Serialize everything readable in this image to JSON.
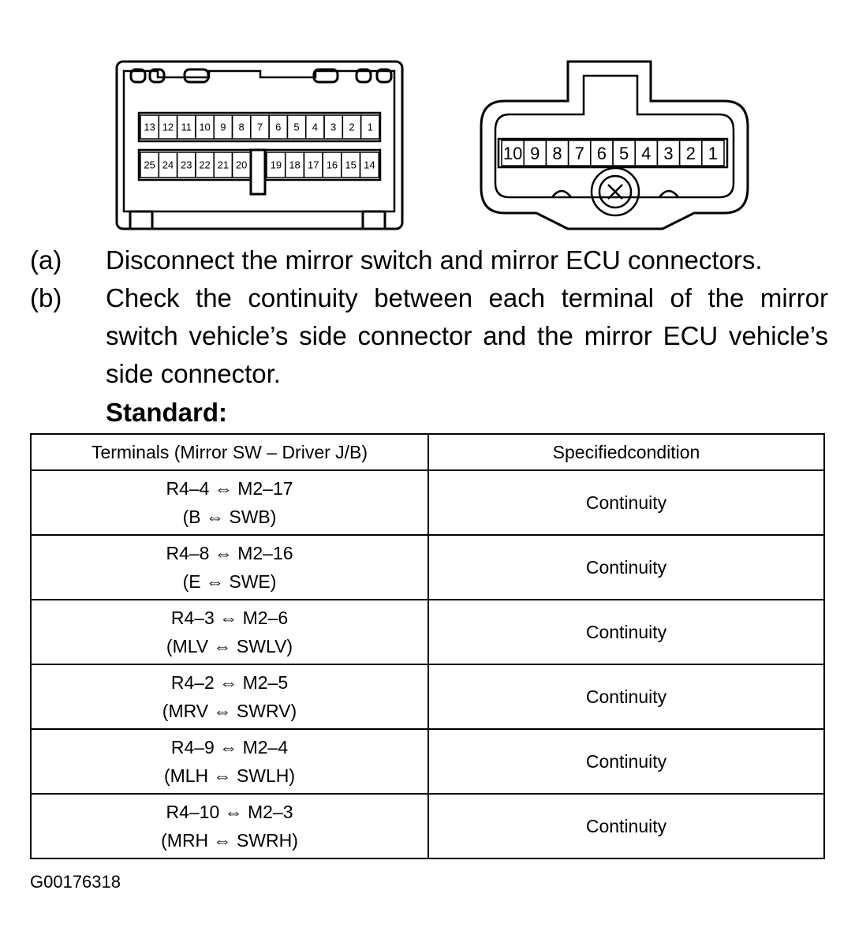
{
  "figure": {
    "connector_left": {
      "top_row": [
        "13",
        "12",
        "11",
        "10",
        "9",
        "8",
        "7",
        "6",
        "5",
        "4",
        "3",
        "2",
        "1"
      ],
      "bottom_row_left": [
        "25",
        "24",
        "23",
        "22",
        "21",
        "20"
      ],
      "bottom_row_right": [
        "19",
        "18",
        "17",
        "16",
        "15",
        "14"
      ]
    },
    "connector_right": {
      "pins": [
        "10",
        "9",
        "8",
        "7",
        "6",
        "5",
        "4",
        "3",
        "2",
        "1"
      ]
    }
  },
  "steps": [
    {
      "letter": "(a)",
      "text": "Disconnect the mirror switch and mirror  ECU connectors."
    },
    {
      "letter": "(b)",
      "text": "Check the continuity between each terminal of the mirror switch vehicle’s side connector and the mirror ECU vehicle’s side connector."
    }
  ],
  "standard_label": "Standard:",
  "table": {
    "headers": [
      "Terminals (Mirror SW – Driver J/B)",
      "Specifiedcondition"
    ],
    "rows": [
      {
        "terminals": "R4–4 ⇔ M2–17",
        "signals": "(B ⇔ SWB)",
        "condition": "Continuity"
      },
      {
        "terminals": "R4–8 ⇔ M2–16",
        "signals": "(E ⇔ SWE)",
        "condition": "Continuity"
      },
      {
        "terminals": "R4–3 ⇔ M2–6",
        "signals": "(MLV ⇔ SWLV)",
        "condition": "Continuity"
      },
      {
        "terminals": "R4–2 ⇔ M2–5",
        "signals": "(MRV ⇔ SWRV)",
        "condition": "Continuity"
      },
      {
        "terminals": "R4–9 ⇔ M2–4",
        "signals": "(MLH ⇔ SWLH)",
        "condition": "Continuity"
      },
      {
        "terminals": "R4–10 ⇔ M2–3",
        "signals": "(MRH ⇔ SWRH)",
        "condition": "Continuity"
      }
    ]
  },
  "figure_code": "G00176318"
}
